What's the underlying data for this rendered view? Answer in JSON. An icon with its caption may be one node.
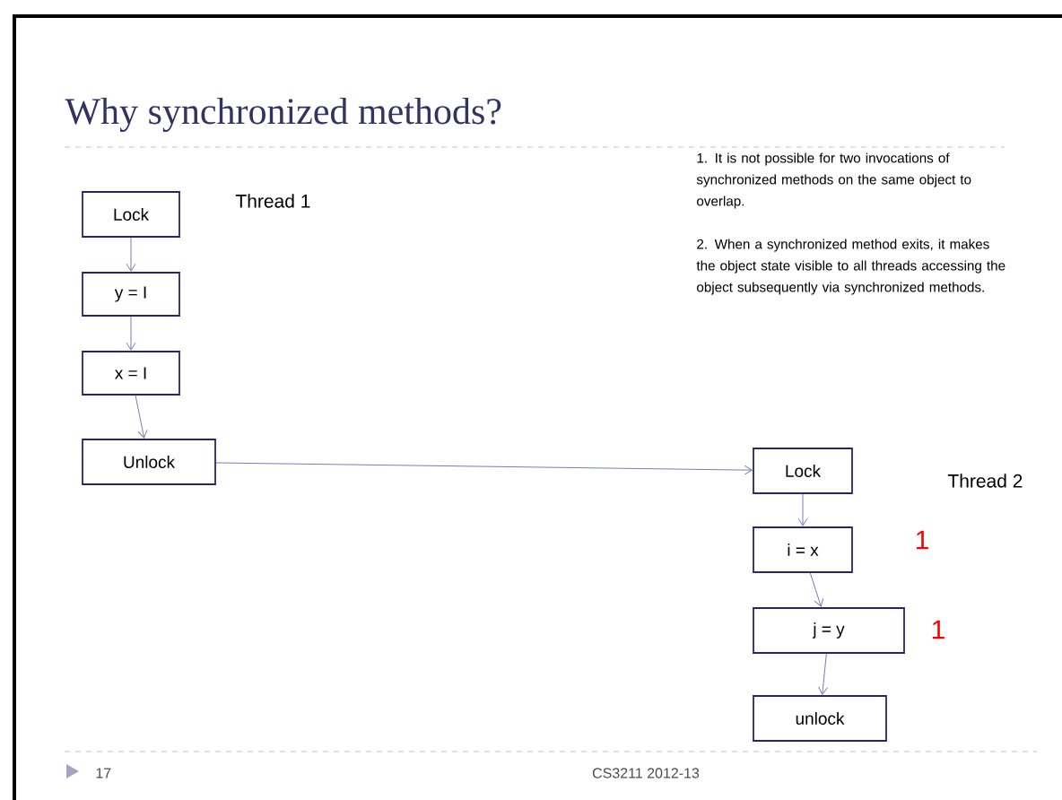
{
  "diagram": {
    "title": "Why synchronized methods?",
    "nodes": [
      {
        "text": [
          "Lock"
        ]
      },
      {
        "text": [
          "y = I"
        ]
      },
      {
        "text": [
          "x = I"
        ]
      },
      {
        "text": [
          "Unlock"
        ]
      },
      {
        "text": [
          "Lock"
        ]
      },
      {
        "text": [
          "i = x"
        ]
      },
      {
        "text": [
          "j = y"
        ]
      },
      {
        "text": [
          "unlock"
        ]
      }
    ],
    "edges": [
      {
        "from": 0,
        "to": 1,
        "arrow": "to"
      },
      {
        "from": 1,
        "to": 2,
        "arrow": "to"
      },
      {
        "from": 2,
        "to": 3,
        "arrow": "to"
      },
      {
        "from": 3,
        "to": 4,
        "arrow": "to"
      },
      {
        "from": 4,
        "to": 5,
        "arrow": "to"
      },
      {
        "from": 5,
        "to": 6,
        "arrow": "to"
      },
      {
        "from": 6,
        "to": 7,
        "arrow": "to"
      }
    ],
    "labels": [
      "Thread 1",
      "1. It is not possible for two invocations of synchronized methods on the same object to overlap.",
      "2. When a synchronized method exits, it makes the object state visible to all threads accessing the object subsequently via synchronized methods.",
      "Thread 2",
      "1",
      "1",
      "17",
      "CS3211 2012-13"
    ]
  }
}
